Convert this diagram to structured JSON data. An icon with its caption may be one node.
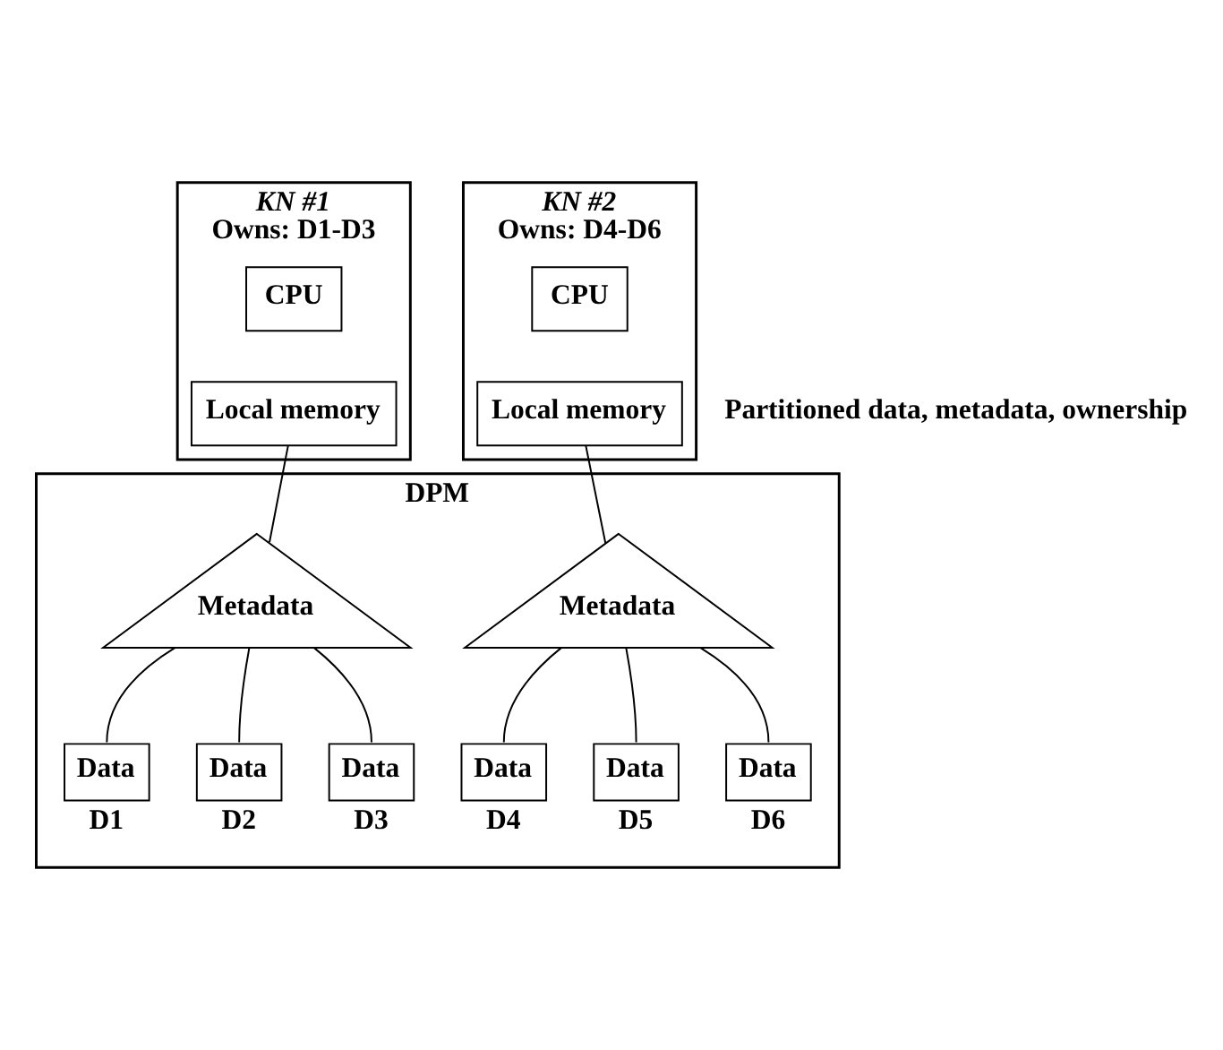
{
  "diagram": {
    "nodes": [
      {
        "text": [
          "KN #1",
          "Owns: D1-D3"
        ]
      },
      {
        "text": [
          "CPU"
        ],
        "in": 0
      },
      {
        "text": [
          "Local memory"
        ],
        "in": 0
      },
      {
        "text": [
          "KN #2",
          "Owns: D4-D6"
        ]
      },
      {
        "text": [
          "CPU"
        ],
        "in": 3
      },
      {
        "text": [
          "Local memory"
        ],
        "in": 3
      },
      {
        "text": [
          "DPM"
        ]
      },
      {
        "text": [
          "Metadata"
        ],
        "in": 6
      },
      {
        "text": [
          "Data"
        ],
        "in": 6,
        "beside": [
          "D1"
        ]
      },
      {
        "text": [
          "Data"
        ],
        "in": 6,
        "beside": [
          "D2"
        ]
      },
      {
        "text": [
          "Data"
        ],
        "in": 6,
        "beside": [
          "D3"
        ]
      },
      {
        "text": [
          "Metadata"
        ],
        "in": 6
      },
      {
        "text": [
          "Data"
        ],
        "in": 6,
        "beside": [
          "D4"
        ]
      },
      {
        "text": [
          "Data"
        ],
        "in": 6,
        "beside": [
          "D5"
        ]
      },
      {
        "text": [
          "Data"
        ],
        "in": 6,
        "beside": [
          "D6"
        ]
      }
    ],
    "edges": [
      {
        "from": 2,
        "to": 7,
        "arrow": "none"
      },
      {
        "from": 5,
        "to": 11,
        "arrow": "none"
      },
      {
        "from": 7,
        "to": 8,
        "arrow": "none"
      },
      {
        "from": 7,
        "to": 9,
        "arrow": "none"
      },
      {
        "from": 7,
        "to": 10,
        "arrow": "none"
      },
      {
        "from": 11,
        "to": 12,
        "arrow": "none"
      },
      {
        "from": 11,
        "to": 13,
        "arrow": "none"
      },
      {
        "from": 11,
        "to": 14,
        "arrow": "none"
      }
    ],
    "labels": [
      "Partitioned data, metadata, ownership"
    ]
  }
}
